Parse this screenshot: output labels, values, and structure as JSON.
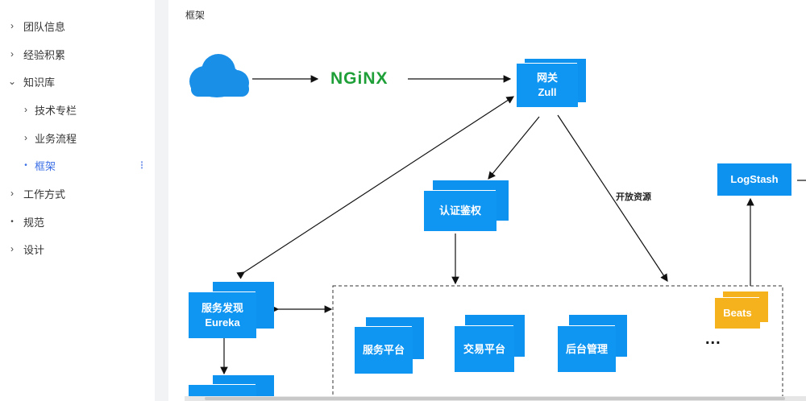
{
  "sidebar": {
    "items": [
      {
        "label": "团队信息",
        "arrow": "›"
      },
      {
        "label": "经验积累",
        "arrow": "›"
      },
      {
        "label": "知识库",
        "arrow": "⌄"
      },
      {
        "label": "技术专栏",
        "arrow": "›"
      },
      {
        "label": "业务流程",
        "arrow": "›"
      },
      {
        "label": "框架",
        "arrow": "•",
        "more": "⋮"
      },
      {
        "label": "工作方式",
        "arrow": "›"
      },
      {
        "label": "规范",
        "arrow": "•"
      },
      {
        "label": "设计",
        "arrow": "›"
      }
    ]
  },
  "page": {
    "title": "框架"
  },
  "diagram": {
    "nginx": "NGiNX",
    "gateway": [
      "网关",
      "Zull"
    ],
    "auth": "认证鉴权",
    "open_resources": "开放资源",
    "logstash": "LogStash",
    "beats": "Beats",
    "eureka": [
      "服务发现",
      "Eureka"
    ],
    "service_platform": "服务平台",
    "trade_platform": "交易平台",
    "admin": "后台管理",
    "ellipsis": "..."
  },
  "colors": {
    "box_blue": "#0d92f0",
    "beats_orange": "#f5b21c",
    "nginx_green": "#1e9f38",
    "cloud_blue": "#1a8fe8",
    "active_nav": "#3b6fe6"
  }
}
